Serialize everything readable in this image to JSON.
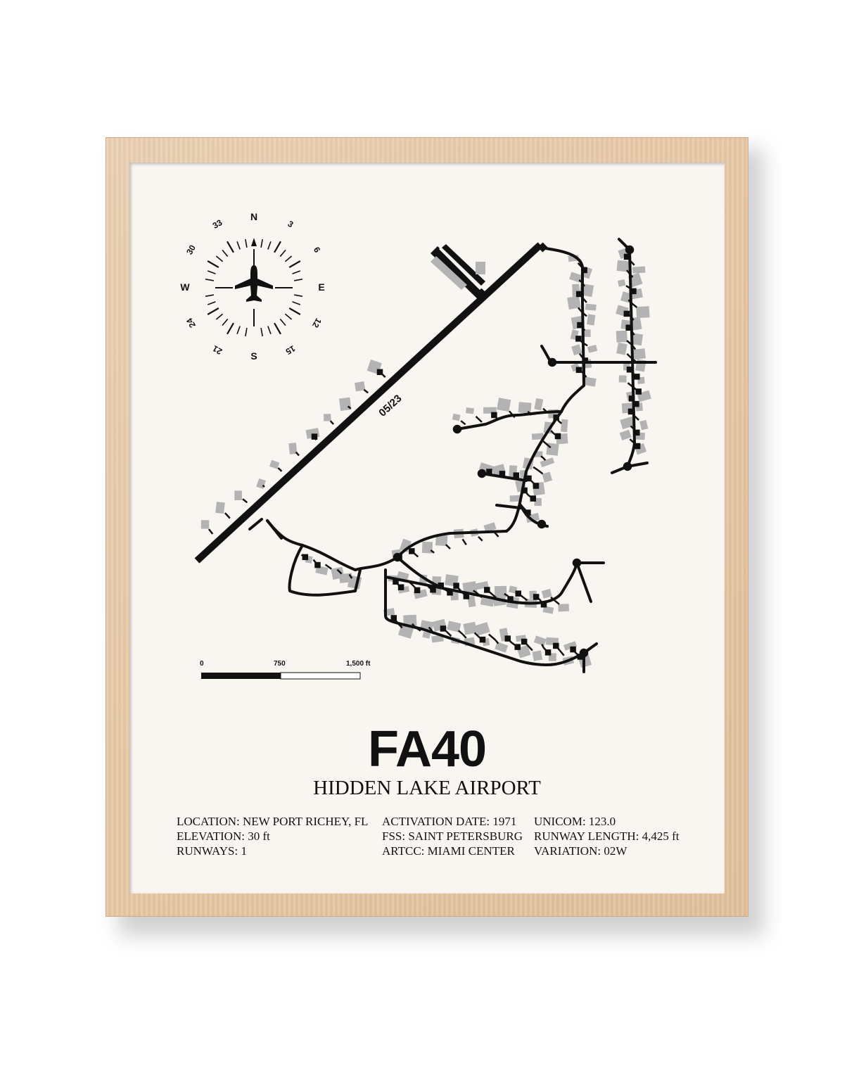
{
  "poster": {
    "code": "FA40",
    "airport_name": "HIDDEN LAKE AIRPORT",
    "runway_label": "05/23",
    "colors": {
      "frame": "#e8caa8",
      "paper": "#f9f5f1",
      "ink": "#111111",
      "building": "#b3b3b3"
    }
  },
  "compass": {
    "cardinals": {
      "n": "N",
      "e": "E",
      "s": "S",
      "w": "W"
    },
    "headings": [
      "3",
      "6",
      "12",
      "15",
      "21",
      "24",
      "30",
      "33"
    ],
    "center_icon": "airplane-icon"
  },
  "scale_bar": {
    "labels": [
      "0",
      "750",
      "1,500 ft"
    ]
  },
  "info": {
    "col1": [
      "LOCATION: NEW PORT RICHEY, FL",
      "ELEVATION: 30 ft",
      "RUNWAYS: 1"
    ],
    "col2": [
      "ACTIVATION DATE: 1971",
      "FSS: SAINT PETERSBURG",
      "ARTCC: MIAMI CENTER"
    ],
    "col3": [
      "UNICOM: 123.0",
      "RUNWAY LENGTH: 4,425 ft",
      "VARIATION: 02W"
    ]
  }
}
